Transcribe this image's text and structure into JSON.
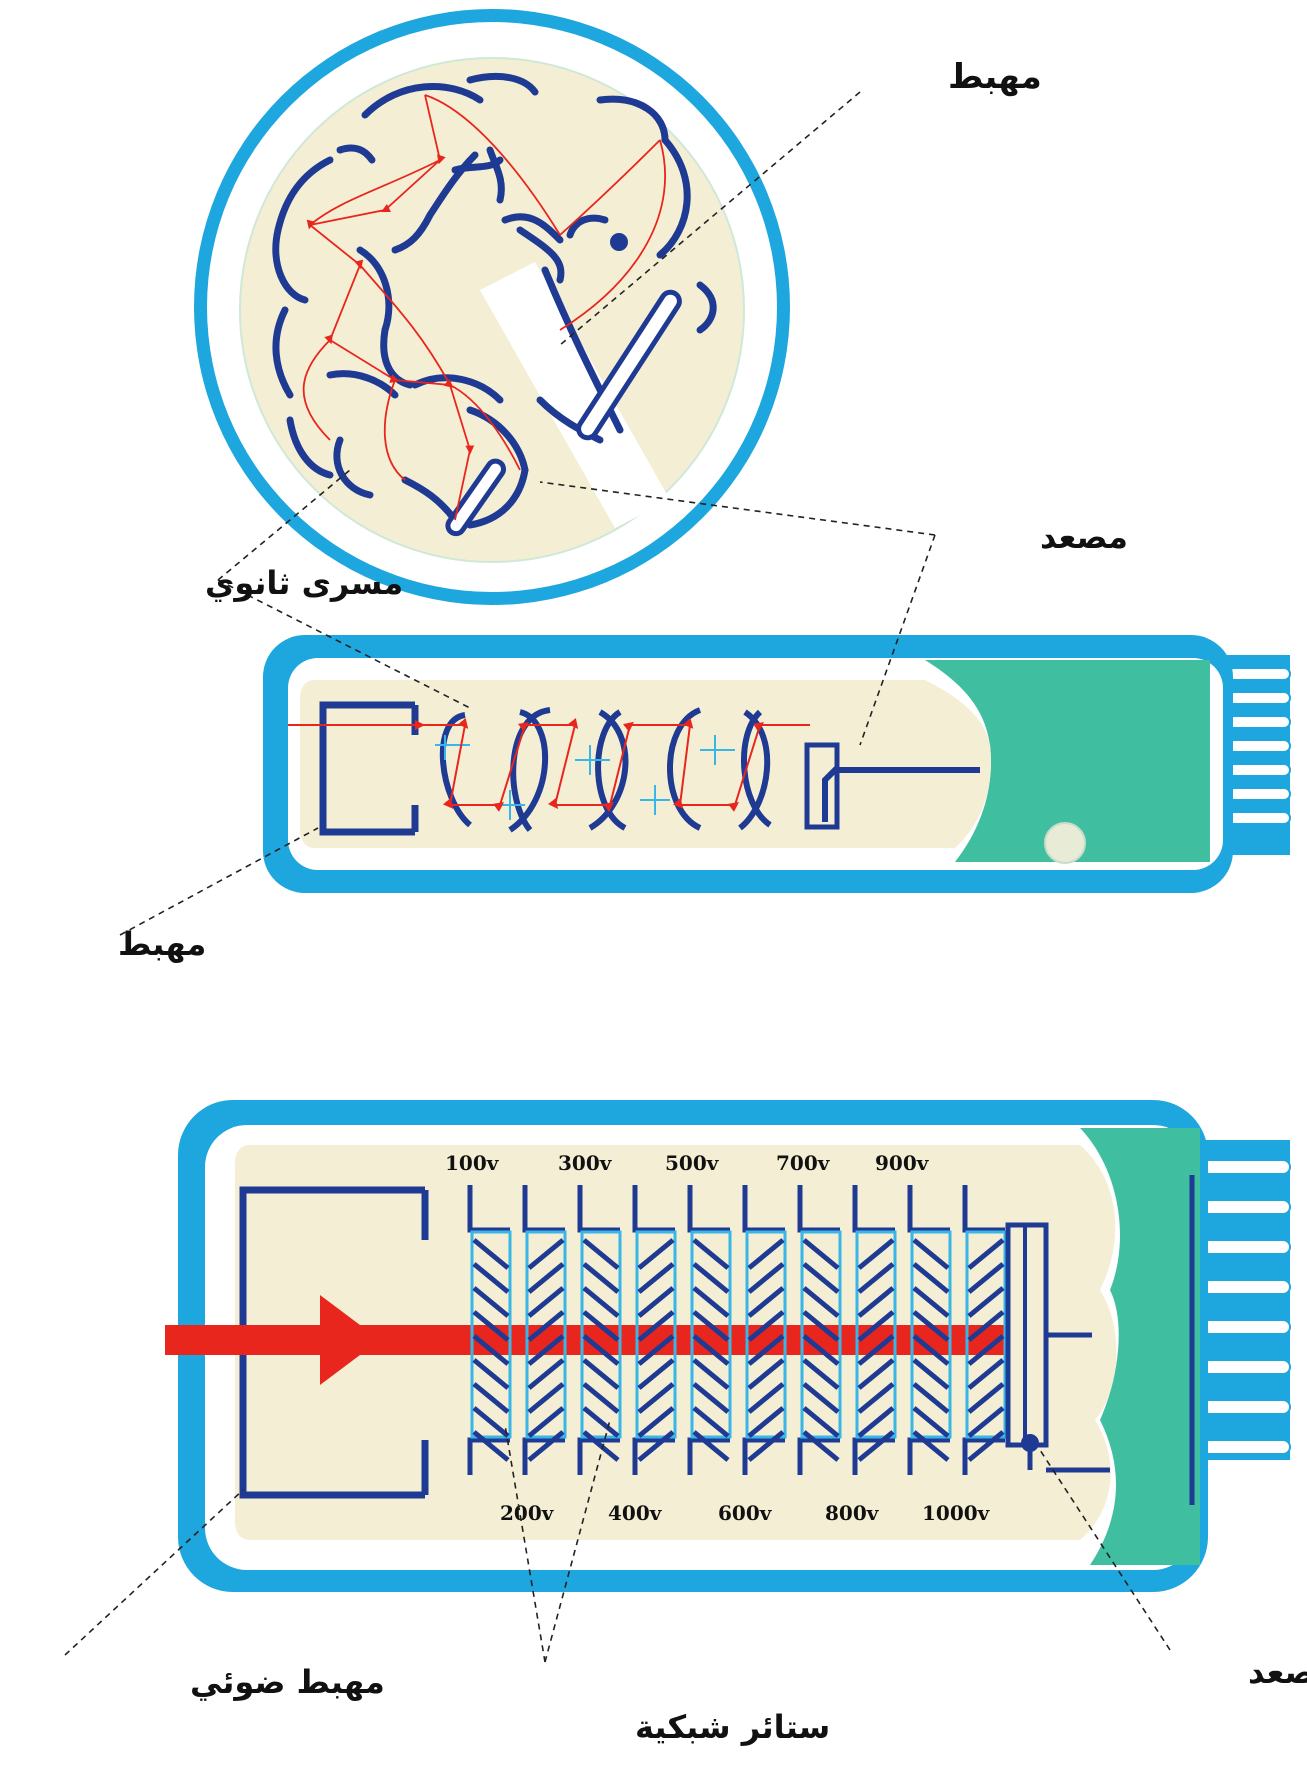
{
  "colors": {
    "glass": "#1ea6de",
    "interior": "#f4efd4",
    "electrode": "#1f3a93",
    "electron_path": "#e8261e",
    "base": "#3fbfa0",
    "grid_light": "#38b6e8"
  },
  "labels": {
    "top_cathode": "مهبط",
    "anode_top": "مصعد",
    "secondary_conductor": "مسرى ثانوي",
    "middle_cathode": "مهبط",
    "photocathode": "مهبط ضوئي",
    "grid_shields": "ستائر شبكية",
    "anode_bottom": "مصعد"
  },
  "voltages": {
    "top": [
      "100v",
      "300v",
      "500v",
      "700v",
      "900v"
    ],
    "bottom": [
      "200v",
      "400v",
      "600v",
      "800v",
      "1000v"
    ]
  }
}
